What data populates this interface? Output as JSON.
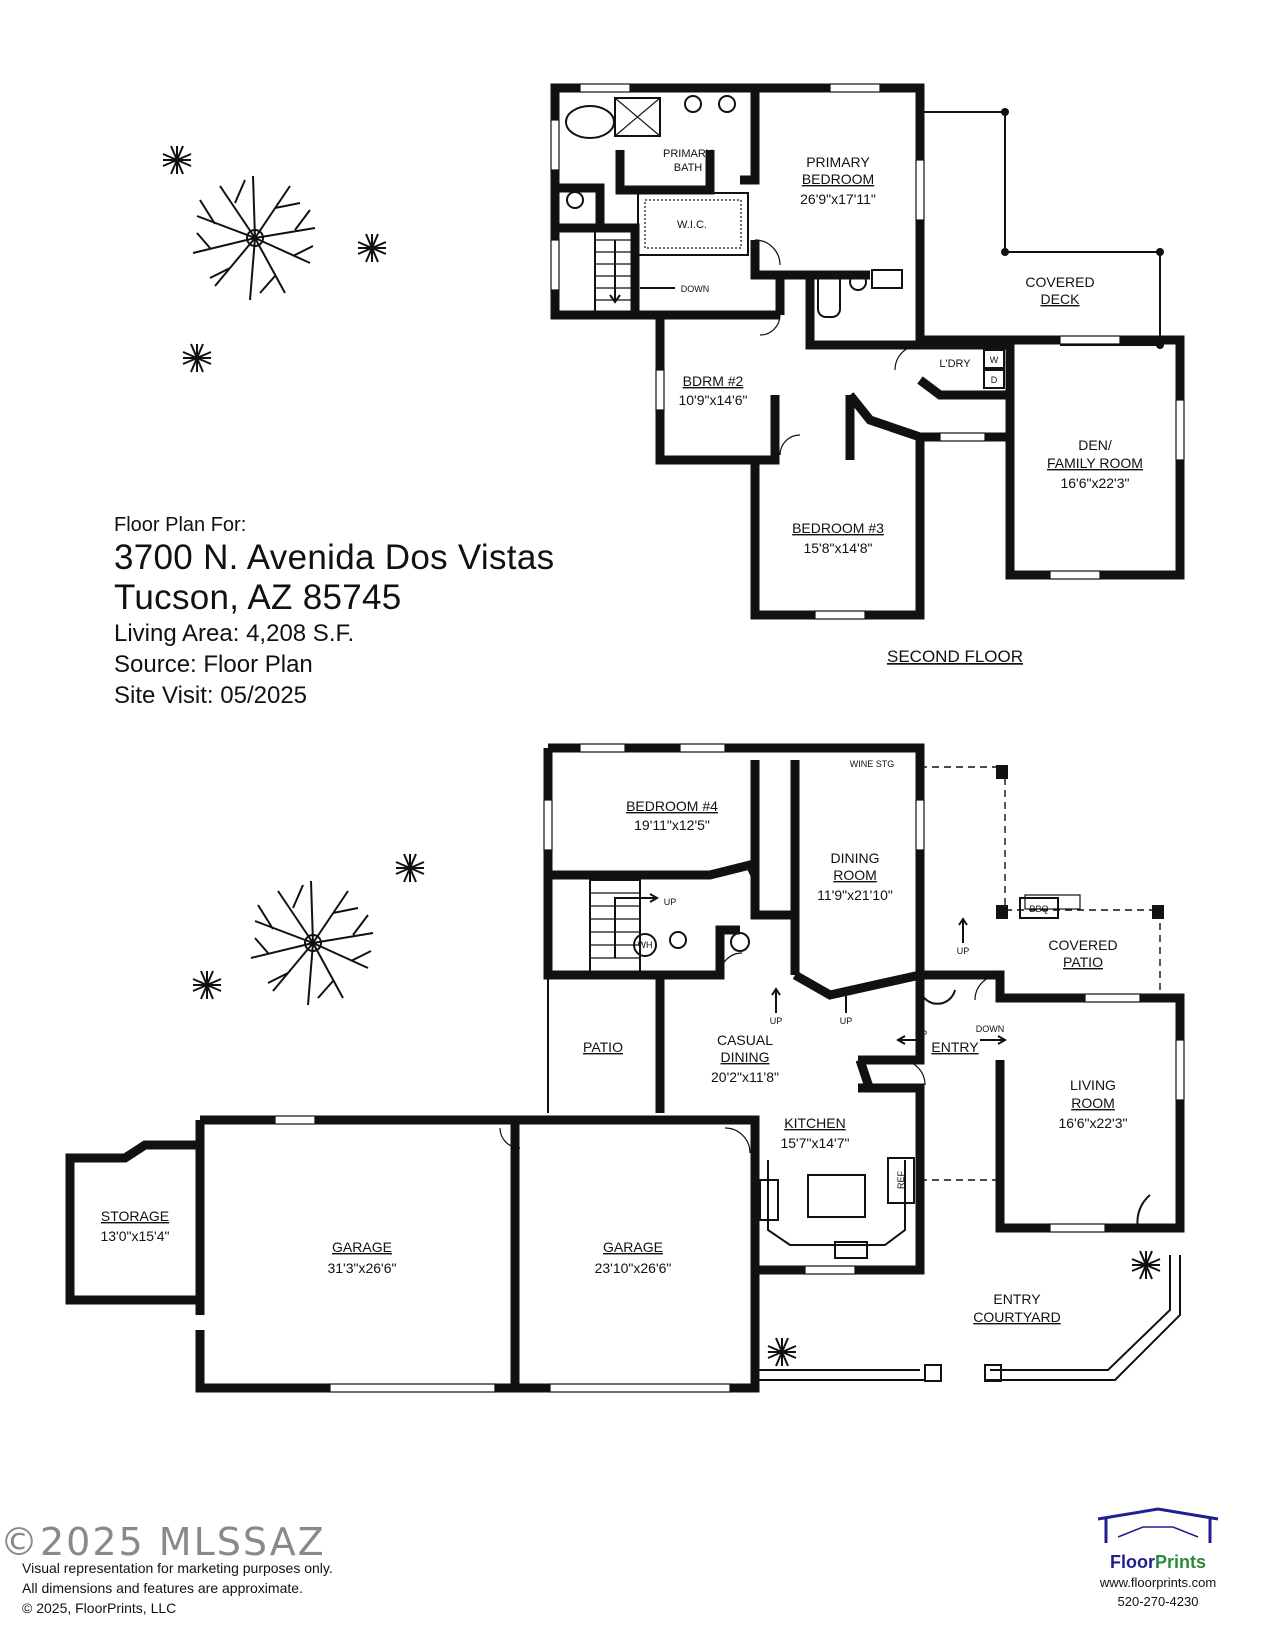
{
  "header": {
    "floor_plan_for": "Floor Plan For:",
    "address_line1": "3700 N. Avenida Dos Vistas",
    "address_line2": "Tucson, AZ  85745",
    "living_area": "Living Area:  4,208 S.F.",
    "source": "Source:  Floor Plan",
    "site_visit": "Site Visit:  05/2025"
  },
  "second_floor": {
    "title": "SECOND FLOOR",
    "rooms": {
      "primary_bath": [
        "PRIMARY",
        "BATH"
      ],
      "wic": "W.I.C.",
      "primary_bedroom": [
        "PRIMARY",
        "BEDROOM",
        "26'9\"x17'11\""
      ],
      "covered_deck": [
        "COVERED",
        "DECK"
      ],
      "laundry": "L'DRY",
      "washer": "W",
      "dryer": "D",
      "bdrm2": [
        "BDRM #2",
        "10'9\"x14'6\""
      ],
      "bedroom3": [
        "BEDROOM #3",
        "15'8\"x14'8\""
      ],
      "den": [
        "DEN/",
        "FAMILY ROOM",
        "16'6\"x22'3\""
      ],
      "stairs_down": "DOWN"
    }
  },
  "first_floor": {
    "rooms": {
      "bedroom4": [
        "BEDROOM #4",
        "19'11\"x12'5\""
      ],
      "wine_storage": "WINE STG",
      "dining_room": [
        "DINING",
        "ROOM",
        "11'9\"x21'10\""
      ],
      "bbq": "BBQ",
      "covered_patio": [
        "COVERED",
        "PATIO"
      ],
      "water_heater": "WH",
      "patio": "PATIO",
      "casual_dining": [
        "CASUAL",
        "DINING",
        "20'2\"x11'8\""
      ],
      "entry": "ENTRY",
      "living_room": [
        "LIVING",
        "ROOM",
        "16'6\"x22'3\""
      ],
      "kitchen": [
        "KITCHEN",
        "15'7\"x14'7\""
      ],
      "ref": "REF",
      "storage": [
        "STORAGE",
        "13'0\"x15'4\""
      ],
      "garage1": [
        "GARAGE",
        "31'3\"x26'6\""
      ],
      "garage2": [
        "GARAGE",
        "23'10\"x26'6\""
      ],
      "entry_courtyard": [
        "ENTRY",
        "COURTYARD"
      ],
      "up1": "UP",
      "up2": "UP",
      "up3": "UP",
      "up4": "UP",
      "up5": "UP",
      "down": "DOWN"
    }
  },
  "footer": {
    "line1": "Visual representation for marketing purposes only.",
    "line2": "All dimensions and features are approximate.",
    "line3": "© 2025, FloorPrints, LLC",
    "watermark": "©2025 MLSSAZ"
  },
  "brand": {
    "name_part1": "Floor",
    "name_part2": "Prints",
    "website": "www.floorprints.com",
    "phone": "520-270-4230",
    "colors": {
      "navy": "#1f1f8f",
      "green": "#2c8a3a"
    }
  }
}
